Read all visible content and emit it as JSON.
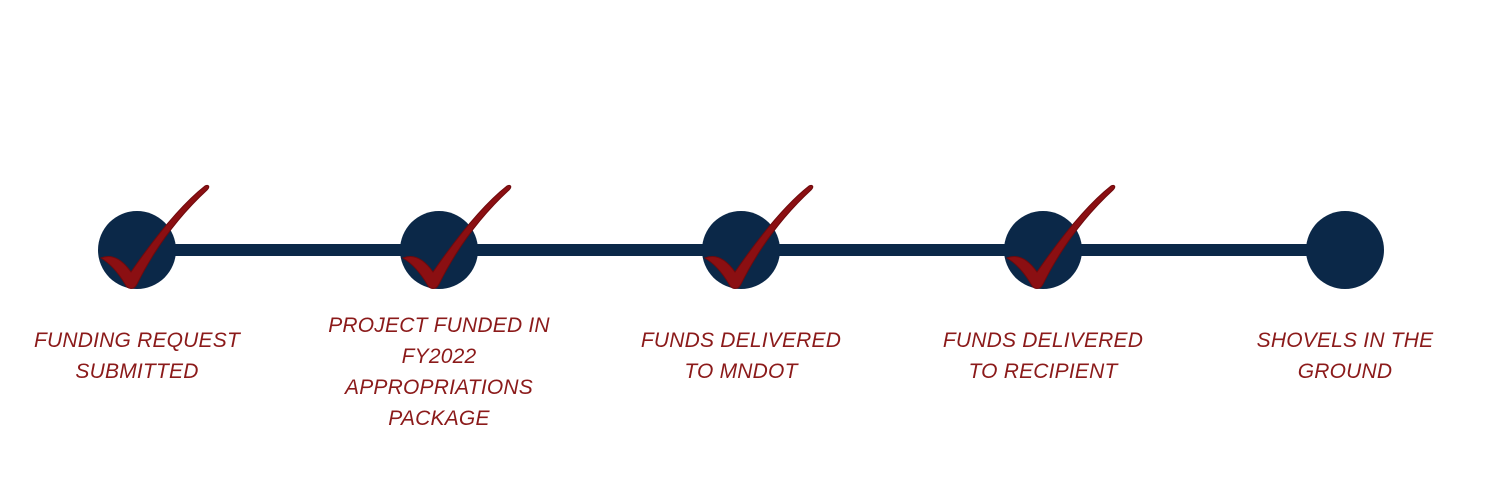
{
  "colors": {
    "node": "#0b2848",
    "connector": "#0b2848",
    "check": "#8b0f12",
    "label": "#8b1a1a"
  },
  "steps": [
    {
      "label": "FUNDING REQUEST SUBMITTED",
      "lines": [
        "FUNDING REQUEST",
        "SUBMITTED"
      ],
      "completed": true
    },
    {
      "label": "PROJECT FUNDED IN FY2022 APPROPRIATIONS PACKAGE",
      "lines": [
        "PROJECT FUNDED IN",
        "FY2022",
        "APPROPRIATIONS",
        "PACKAGE"
      ],
      "completed": true
    },
    {
      "label": "FUNDS DELIVERED TO MNDOT",
      "lines": [
        "FUNDS DELIVERED",
        "TO MNDOT"
      ],
      "completed": true
    },
    {
      "label": "FUNDS DELIVERED TO RECIPIENT",
      "lines": [
        "FUNDS DELIVERED",
        "TO RECIPIENT"
      ],
      "completed": true
    },
    {
      "label": "SHOVELS IN THE GROUND",
      "lines": [
        "SHOVELS IN THE",
        "GROUND"
      ],
      "completed": false
    }
  ]
}
